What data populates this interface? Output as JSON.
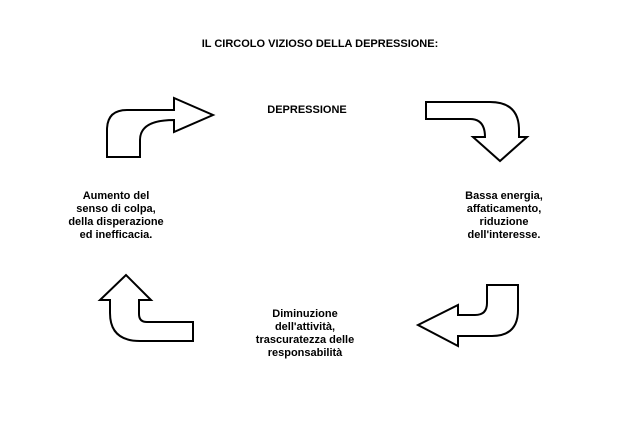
{
  "title": "IL CIRCOLO VIZIOSO DELLA DEPRESSIONE:",
  "nodes": {
    "top": [
      "DEPRESSIONE"
    ],
    "right": [
      "Bassa energia,",
      "affaticamento,",
      "riduzione",
      "dell'interesse."
    ],
    "bottom": [
      "Diminuzione",
      "dell'attività,",
      "trascuratezza delle",
      "responsabilità"
    ],
    "left": [
      "Aumento del",
      "senso di colpa,",
      "della disperazione",
      "ed inefficacia."
    ]
  },
  "arrows": [
    {
      "icon": "curved-arrow-up-right-icon",
      "connects": [
        "left",
        "top"
      ]
    },
    {
      "icon": "curved-arrow-down-right-icon",
      "connects": [
        "top",
        "right"
      ]
    },
    {
      "icon": "curved-arrow-down-left-icon",
      "connects": [
        "right",
        "bottom"
      ]
    },
    {
      "icon": "curved-arrow-up-left-icon",
      "connects": [
        "bottom",
        "left"
      ]
    }
  ],
  "colors": {
    "stroke": "#000000",
    "fill": "#ffffff",
    "background": "#ffffff"
  }
}
